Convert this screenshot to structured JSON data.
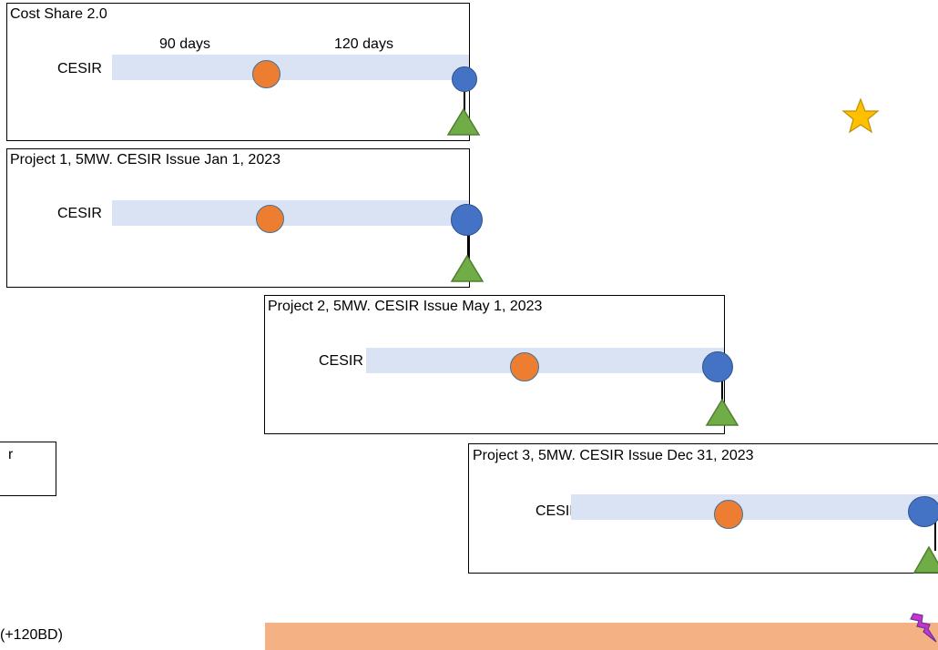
{
  "boxes": [
    {
      "title": "Cost Share 2.0",
      "row_label": "CESIR",
      "header_labels": [
        "90 days",
        "120 days"
      ]
    },
    {
      "title": "Project 1, 5MW. CESIR Issue Jan 1, 2023",
      "row_label": "CESIR"
    },
    {
      "title": "Project 2, 5MW. CESIR Issue May 1, 2023",
      "row_label": "CESIR"
    },
    {
      "title": "Project 3, 5MW. CESIR Issue Dec 31, 2023",
      "row_label": "CESIR"
    }
  ],
  "partial_box_text": "r",
  "bottom_label": "(+120BD)",
  "colors": {
    "bar": "#dae3f3",
    "milestone_mid": "#ed7d31",
    "milestone_end": "#4472c4",
    "triangle": "#70ad47",
    "star": "#ffc000",
    "timeline_band": "#f4b183",
    "lightning": "#cc33cc"
  },
  "icons": [
    "star-icon",
    "lightning-icon"
  ]
}
